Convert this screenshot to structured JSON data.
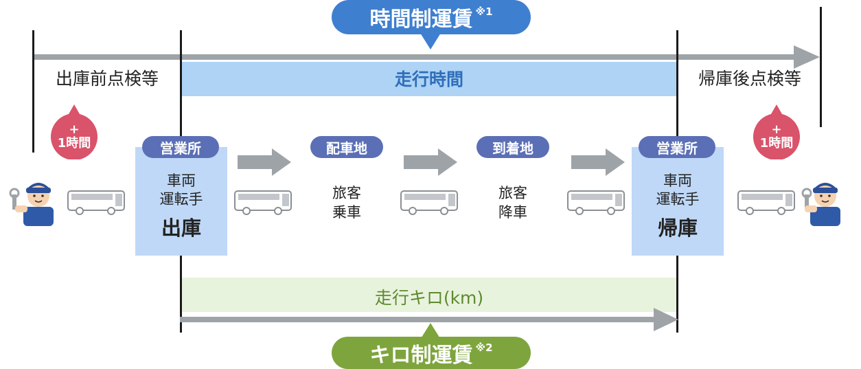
{
  "top_fare": {
    "label": "時間制運賃",
    "note": "※1",
    "color": "#3f7fcf"
  },
  "bottom_fare": {
    "label": "キロ制運賃",
    "note": "※2",
    "color": "#7ea53d"
  },
  "pre_check": "出庫前点検等",
  "post_check": "帰庫後点検等",
  "driving_time": "走行時間",
  "driving_km": "走行キロ(km)",
  "badge_left": {
    "plus": "+",
    "text": "1時間"
  },
  "badge_right": {
    "plus": "+",
    "text": "1時間"
  },
  "nodes": [
    {
      "pill": "営業所",
      "line1": "車両",
      "line2": "運転手",
      "big": "出庫"
    },
    {
      "pill": "配車地",
      "line1": "旅客",
      "line2": "乗車"
    },
    {
      "pill": "到着地",
      "line1": "旅客",
      "line2": "降車"
    },
    {
      "pill": "営業所",
      "line1": "車両",
      "line2": "運転手",
      "big": "帰庫"
    }
  ],
  "colors": {
    "node_pill": "#5b6fb6",
    "office_box": "#bfd8f7",
    "time_band": "#aed3f5",
    "km_band": "#e8f3dd",
    "badge": "#d9536a",
    "gray_arrow": "#9ea3a8",
    "time_text": "#2f6fba",
    "km_text": "#5e8a2f"
  },
  "icons": [
    "mechanic-left-icon",
    "bus-icon",
    "mechanic-right-icon",
    "arrow-right-icon"
  ]
}
